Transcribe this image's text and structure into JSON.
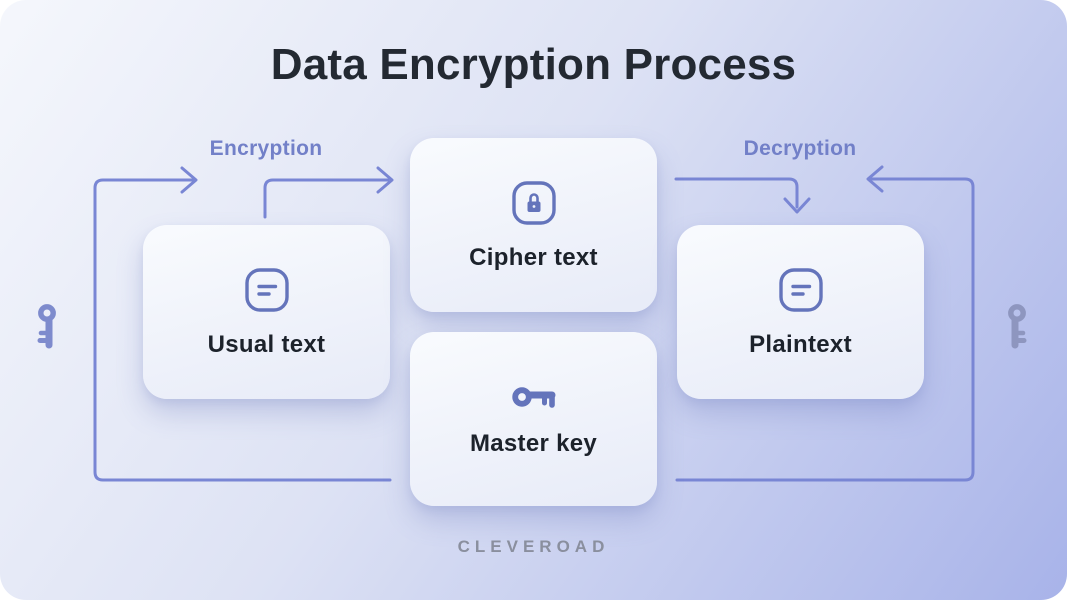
{
  "title": "Data Encryption Process",
  "stages": {
    "encryption_label": "Encryption",
    "decryption_label": "Decryption"
  },
  "nodes": [
    {
      "label": "Usual text",
      "icon": "text-lines-icon"
    },
    {
      "label": "Cipher text",
      "icon": "lock-icon"
    },
    {
      "label": "Master key",
      "icon": "key-horizontal-icon"
    },
    {
      "label": "Plaintext",
      "icon": "text-lines-icon"
    }
  ],
  "side_icons": [
    {
      "name": "key-vertical-left-icon"
    },
    {
      "name": "key-vertical-right-icon"
    }
  ],
  "brand": "CLEVEROAD",
  "colors": {
    "accent": "#7986d4",
    "stage_label": "#7280c8",
    "icon": "#6474bb",
    "title": "#232932",
    "brand": "#8a8f9e",
    "bg_start": "#f5f7fc",
    "bg_mid": "#dde2f4",
    "bg_end": "#a8b3e9",
    "node_bg": "#eff2fa",
    "node_text": "#1c222b",
    "key_left": "#7e8bcd",
    "key_right": "#8e96bf"
  }
}
